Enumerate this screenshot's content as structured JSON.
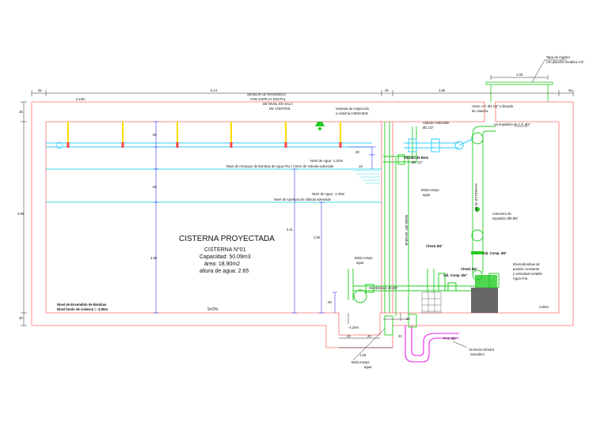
{
  "dimensions": {
    "top": [
      "25",
      "6.14",
      "25",
      "1.80"
    ],
    "left": [
      "25",
      "3.55",
      "25"
    ],
    "tapa_width": "1.00",
    "bottom_small": [
      "1.60",
      "20",
      "20",
      "20"
    ],
    "vertical": [
      ".50",
      ".50",
      ".30",
      ".15",
      "3.11",
      "2.60",
      "2.95",
      ".45",
      ".20"
    ]
  },
  "labels": {
    "tapa_registro": "Tapa de registro",
    "tapa_registro_sub": "con plancha metálica 1/4\"",
    "level_010": "0.10m",
    "sensor": [
      "SENSOR ULTRASONICO",
      "CON DISPLAY DIGITAL",
      "DE NIVEL EN SALA",
      "DE CONTROL"
    ],
    "ventana": [
      "Ventana de inspección",
      "a cisterna 0.80x0.60m"
    ],
    "valvula_solenoide": [
      "Válvula Solenoide",
      "Ø1 1/2\""
    ],
    "vienen_af": [
      "Viene A.F. Ø1 1/2\" a llenado",
      "de cisterna"
    ],
    "impulsion": "Va Impulsión de A.F. Ø4\"",
    "valvula_bola": [
      "Válvula de Bola",
      "Ø1 1/2\""
    ],
    "nivel_agua_1": "Nivel de Agua: -1.00m",
    "nivel_arranque": "Nivel de Arranque de Bombas de Agua Fria / Cierre de Válvula solenoide",
    "brida_rompe_1": [
      "Brida rompe",
      "agua"
    ],
    "nivel_agua_2": "Nivel de Agua: -1.05m",
    "nivel_apertura": "Nivel de Apertura de Válvula solenoide",
    "schedule_right": "SCHEDULE 40 Ø4\"",
    "colectora": [
      "Colectora de",
      "impulsión Ø6 Ø4\""
    ],
    "cisterna_title": "CISTERNA PROYECTADA",
    "cisterna_no": "CISTERNA N°01",
    "capacidad": "Capacidad: 50.09m3",
    "area": "área: 18.90m2",
    "altura": "altura de agua: 2.65",
    "mallas_vertical": "Mallas Ø6\" Schedule",
    "brida_rompe_2": [
      "Brida rompe",
      "agua"
    ],
    "check_1": "Check Ø4\"",
    "valv_comp_1": "Vál. Comp. Ø4\"",
    "valv_comp_2": "Vál. Comp. Ø4\"",
    "check_2": "Check Ø4\"",
    "electrobombas": [
      "Electrobombas de",
      "presión constante",
      "y velocidad variable",
      "Agua Fría"
    ],
    "schedule_bottom": "SCHEDULE 40 Ø4\"",
    "nivel_encendido": "Nivel de Encendido de Bombas",
    "nivel_fondo": "Nivel fondo de cisterna = -4.05m",
    "slope": "S=2%",
    "level_420": "-4.20m",
    "level_405": "-4.05m",
    "pvc": "PVC Ø6\"",
    "va_hacia": [
      "Va hacia Cámara",
      "Sumidero"
    ],
    "brida_rompe_3": [
      "Brida rompe",
      "agua"
    ]
  },
  "colors": {
    "wall": "#ff6b6b",
    "dim": "#222222",
    "water": "#00d0e0",
    "cyan_line": "#33ccff",
    "green": "#22cc22",
    "blue_dim": "#3333ff",
    "magenta": "#ee22ee",
    "yellow": "#ffdd00",
    "black": "#000000"
  }
}
